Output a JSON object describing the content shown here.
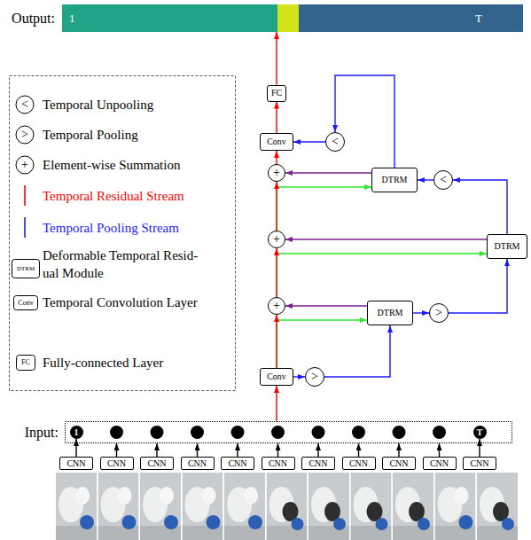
{
  "diagram": {
    "nodes": [
      {
        "text": [
          "Output:"
        ]
      },
      {
        "text": [
          "1"
        ],
        "in": 0
      },
      {
        "text": [
          "T"
        ],
        "in": 0
      },
      {
        "text": [
          "FC"
        ]
      },
      {
        "text": [
          "Conv"
        ]
      },
      {
        "text": [
          "<"
        ]
      },
      {
        "text": [
          "+"
        ]
      },
      {
        "text": [
          "DTRM"
        ]
      },
      {
        "text": [
          "<"
        ]
      },
      {
        "text": [
          "+"
        ]
      },
      {
        "text": [
          "DTRM"
        ]
      },
      {
        "text": [
          "+"
        ]
      },
      {
        "text": [
          "DTRM"
        ]
      },
      {
        "text": [
          ">"
        ]
      },
      {
        "text": [
          "Conv"
        ]
      },
      {
        "text": [
          ">"
        ]
      },
      {
        "text": [
          "Input:"
        ]
      },
      {
        "text": [
          "1"
        ],
        "in": 16
      },
      {
        "text": [
          "T"
        ],
        "in": 16
      },
      {
        "text": [
          "CNN"
        ]
      },
      {
        "text": [
          "CNN"
        ]
      },
      {
        "text": [
          "CNN"
        ]
      },
      {
        "text": [
          "CNN"
        ]
      },
      {
        "text": [
          "CNN"
        ]
      },
      {
        "text": [
          "CNN"
        ]
      },
      {
        "text": [
          "CNN"
        ]
      },
      {
        "text": [
          "CNN"
        ]
      },
      {
        "text": [
          "CNN"
        ]
      },
      {
        "text": [
          "CNN"
        ]
      },
      {
        "text": [
          "CNN"
        ]
      }
    ],
    "edges": [
      {
        "from": 16,
        "to": 14,
        "arrow": "to"
      },
      {
        "from": 14,
        "to": 11,
        "arrow": "to"
      },
      {
        "from": 11,
        "to": 9,
        "arrow": "to"
      },
      {
        "from": 9,
        "to": 6,
        "arrow": "to"
      },
      {
        "from": 6,
        "to": 4,
        "arrow": "to"
      },
      {
        "from": 4,
        "to": 3,
        "arrow": "to"
      },
      {
        "from": 3,
        "to": 0,
        "arrow": "to"
      },
      {
        "from": 14,
        "to": 12,
        "arrow": "to"
      },
      {
        "from": 11,
        "to": 10,
        "arrow": "to"
      },
      {
        "from": 9,
        "to": 7,
        "arrow": "to"
      },
      {
        "from": 12,
        "to": 11,
        "arrow": "to"
      },
      {
        "from": 10,
        "to": 9,
        "arrow": "to"
      },
      {
        "from": 7,
        "to": 6,
        "arrow": "to"
      },
      {
        "from": 14,
        "to": 15,
        "arrow": "to"
      },
      {
        "from": 15,
        "to": 12,
        "arrow": "to"
      },
      {
        "from": 12,
        "to": 13,
        "arrow": "to"
      },
      {
        "from": 13,
        "to": 10,
        "arrow": "to"
      },
      {
        "from": 10,
        "to": 8,
        "arrow": "to"
      },
      {
        "from": 8,
        "to": 7,
        "arrow": "to"
      },
      {
        "from": 7,
        "to": 5,
        "arrow": "to"
      },
      {
        "from": 5,
        "to": 4,
        "arrow": "to"
      },
      {
        "from": 19,
        "to": 17,
        "arrow": "to"
      },
      {
        "from": 20,
        "to": 16,
        "arrow": "to"
      },
      {
        "from": 21,
        "to": 16,
        "arrow": "to"
      },
      {
        "from": 22,
        "to": 16,
        "arrow": "to"
      },
      {
        "from": 23,
        "to": 16,
        "arrow": "to"
      },
      {
        "from": 24,
        "to": 16,
        "arrow": "to"
      },
      {
        "from": 25,
        "to": 16,
        "arrow": "to"
      },
      {
        "from": 26,
        "to": 16,
        "arrow": "to"
      },
      {
        "from": 27,
        "to": 16,
        "arrow": "to"
      },
      {
        "from": 28,
        "to": 16,
        "arrow": "to"
      },
      {
        "from": 29,
        "to": 18,
        "arrow": "to"
      }
    ],
    "labels": [
      "<",
      ">",
      "+",
      "DTRM",
      "Conv",
      "FC"
    ],
    "legend": [
      {
        "text": "Temporal Unpooling"
      },
      {
        "text": "Temporal Pooling"
      },
      {
        "text": "Element-wise Summation"
      },
      {
        "text": "Temporal Residual Stream"
      },
      {
        "text": "Temporal Pooling Stream"
      },
      {
        "text": "Deformable Temporal Resid- ual Module"
      },
      {
        "text": "Temporal Convolution Layer"
      },
      {
        "text": "Fully-connected Layer"
      }
    ]
  }
}
